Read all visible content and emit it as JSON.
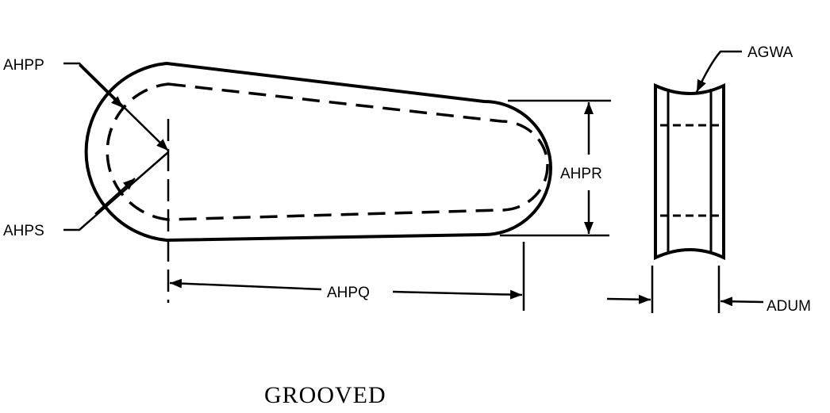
{
  "labels": {
    "ahpp": "AHPP",
    "ahps": "AHPS",
    "ahpq": "AHPQ",
    "ahpr": "AHPR",
    "agwa": "AGWA",
    "adum": "ADUM"
  },
  "caption": "GROOVED"
}
